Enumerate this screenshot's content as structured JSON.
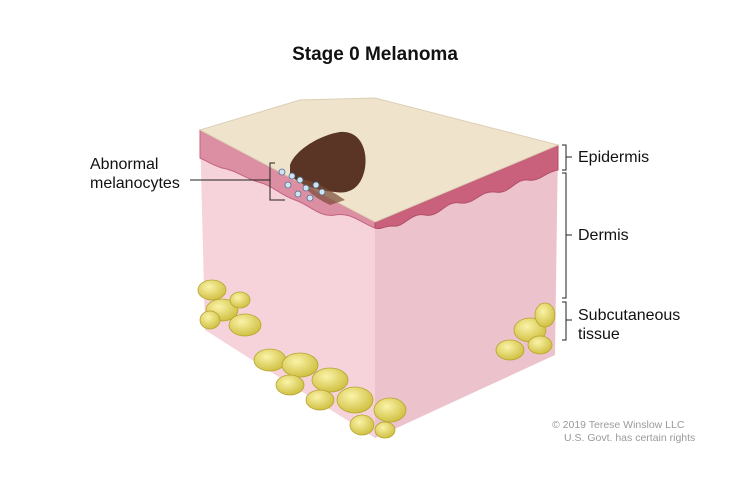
{
  "title": "Stage 0 Melanoma",
  "labels": {
    "abnormal": [
      "Abnormal",
      "melanocytes"
    ],
    "epidermis": "Epidermis",
    "dermis": "Dermis",
    "subcutaneous": [
      "Subcutaneous",
      "tissue"
    ]
  },
  "copyright": [
    "© 2019 Terese Winslow LLC",
    "U.S. Govt. has certain rights"
  ],
  "colors": {
    "top_skin": "#efe3cc",
    "epidermis": "#d98aa0",
    "dermis": "#f6d3da",
    "fat": "#e9dc6a",
    "lesion": "#5a3424"
  }
}
